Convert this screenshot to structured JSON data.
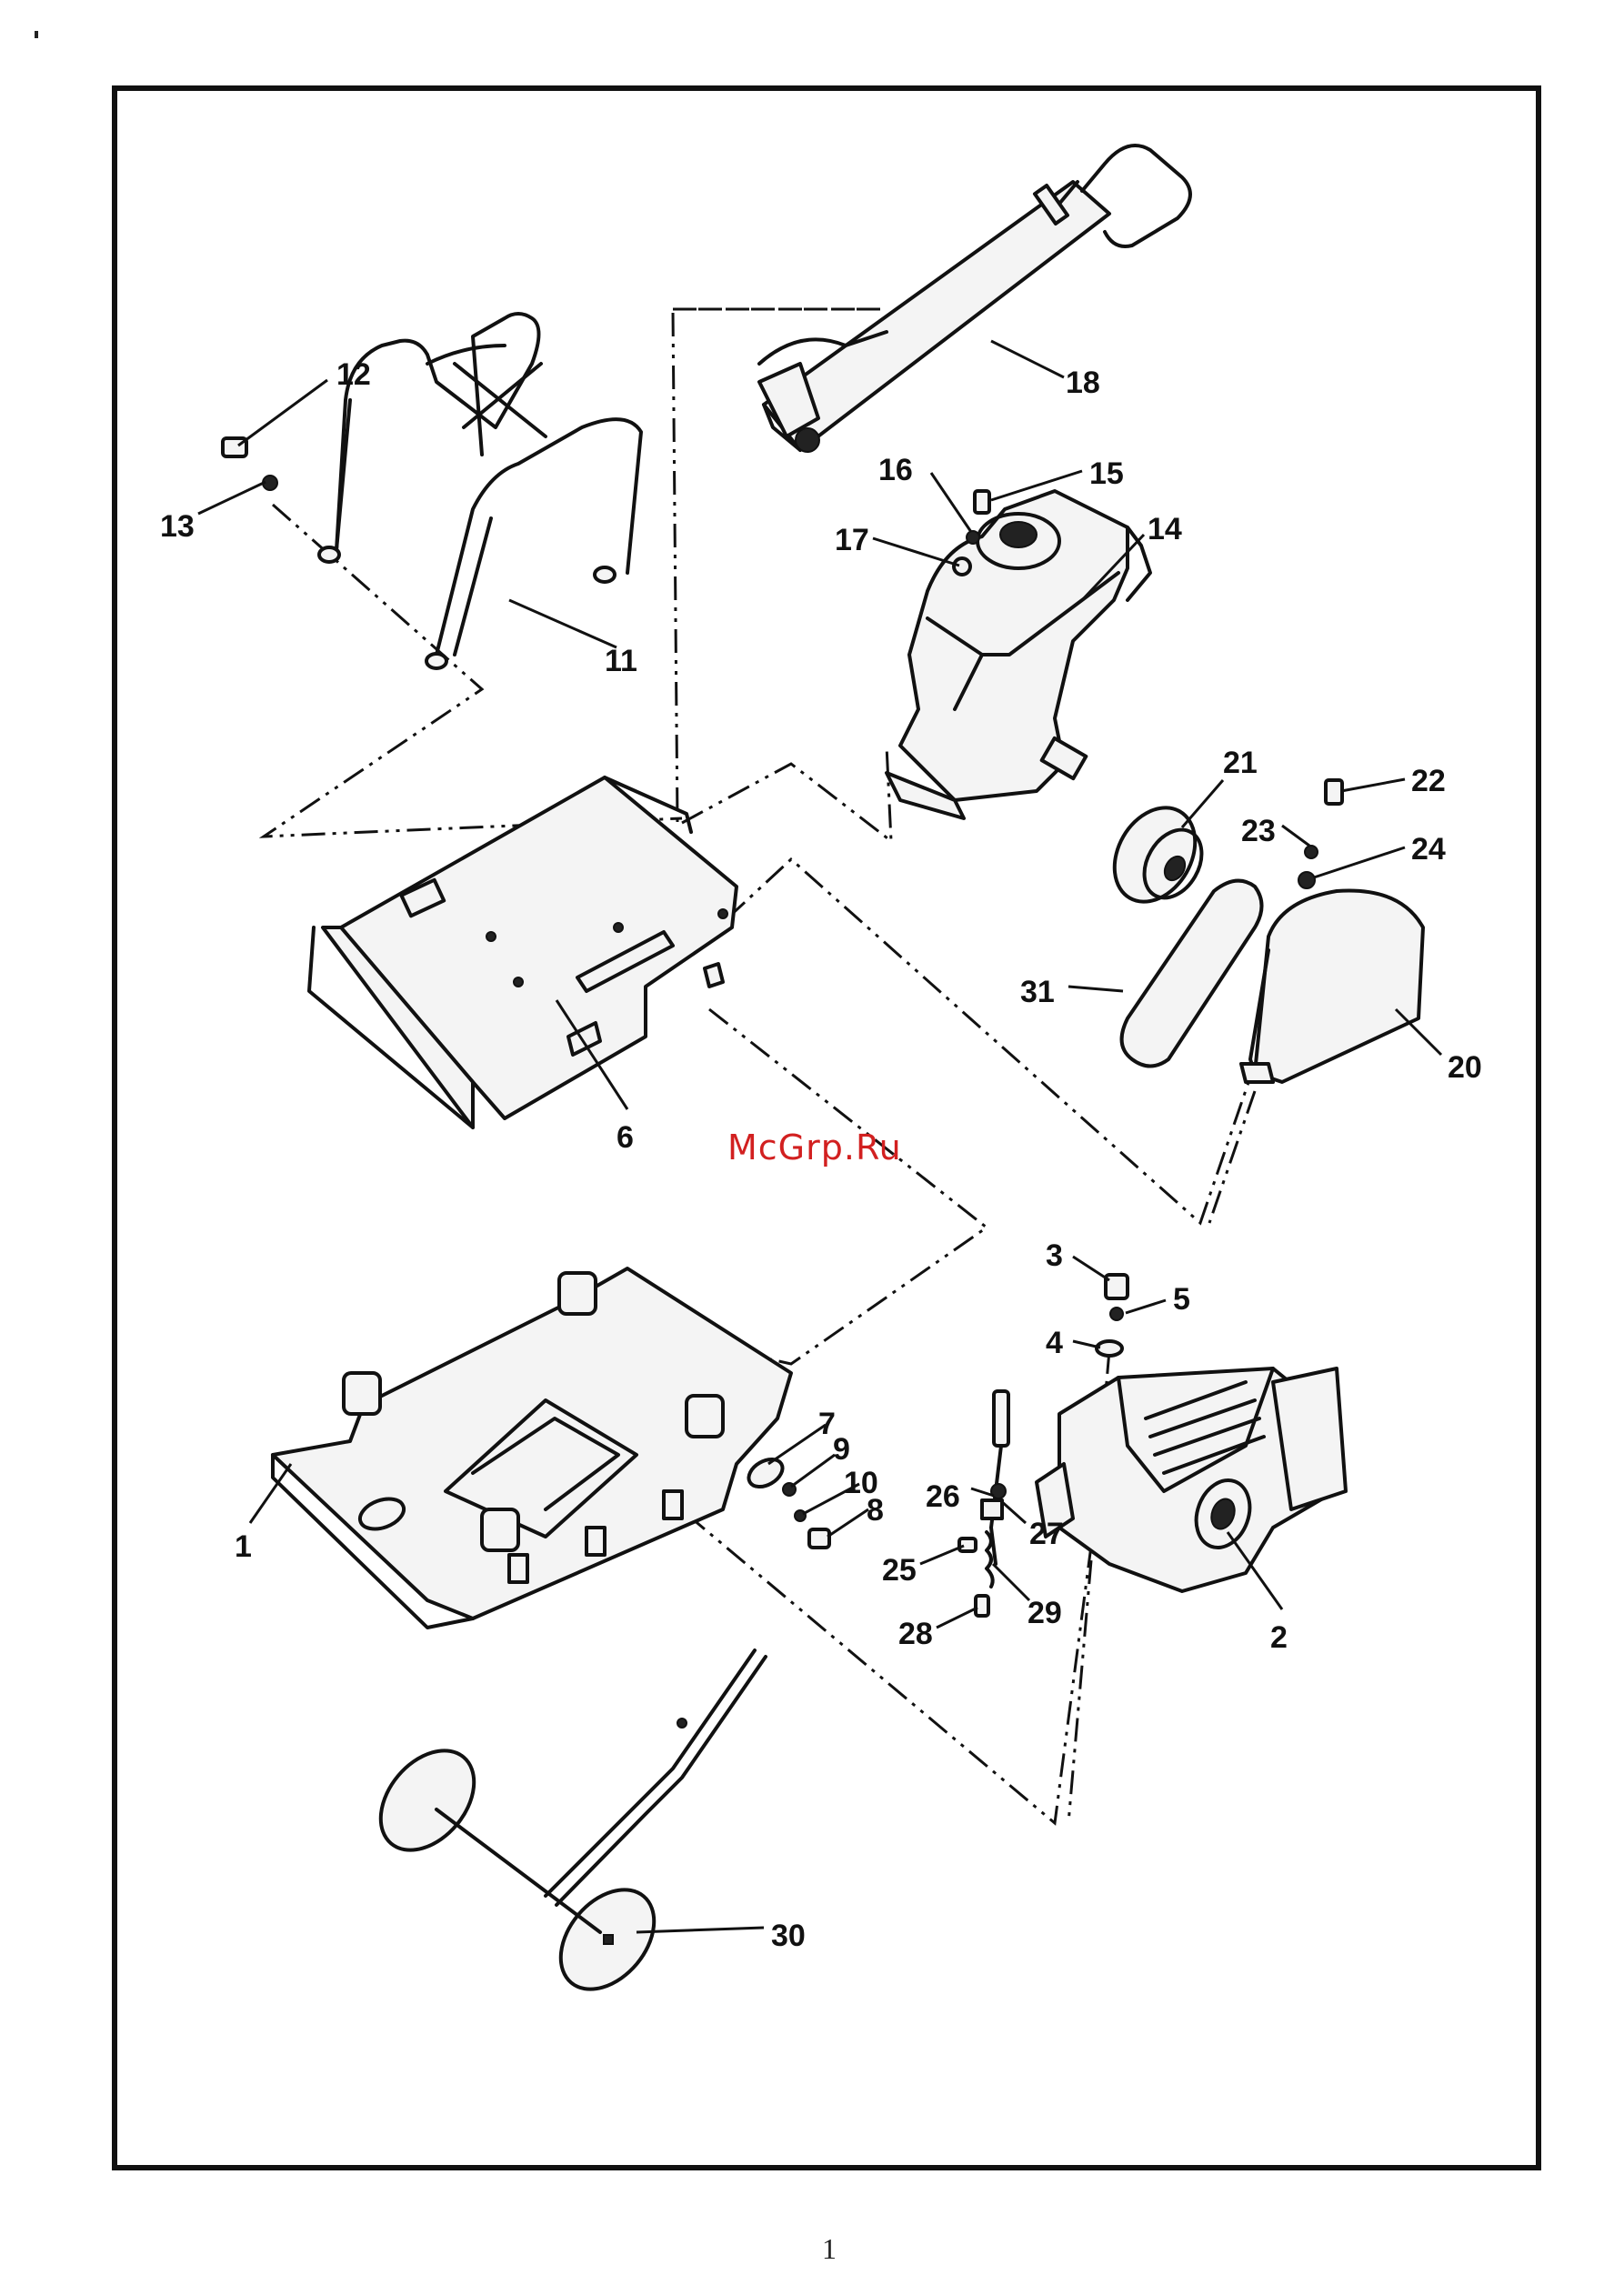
{
  "watermark": "McGrp.Ru",
  "page_number": "1",
  "callouts": [
    "1",
    "2",
    "3",
    "4",
    "5",
    "6",
    "7",
    "8",
    "9",
    "10",
    "11",
    "12",
    "13",
    "14",
    "15",
    "16",
    "17",
    "18",
    "20",
    "21",
    "22",
    "23",
    "24",
    "25",
    "26",
    "27",
    "28",
    "29",
    "30",
    "31"
  ]
}
